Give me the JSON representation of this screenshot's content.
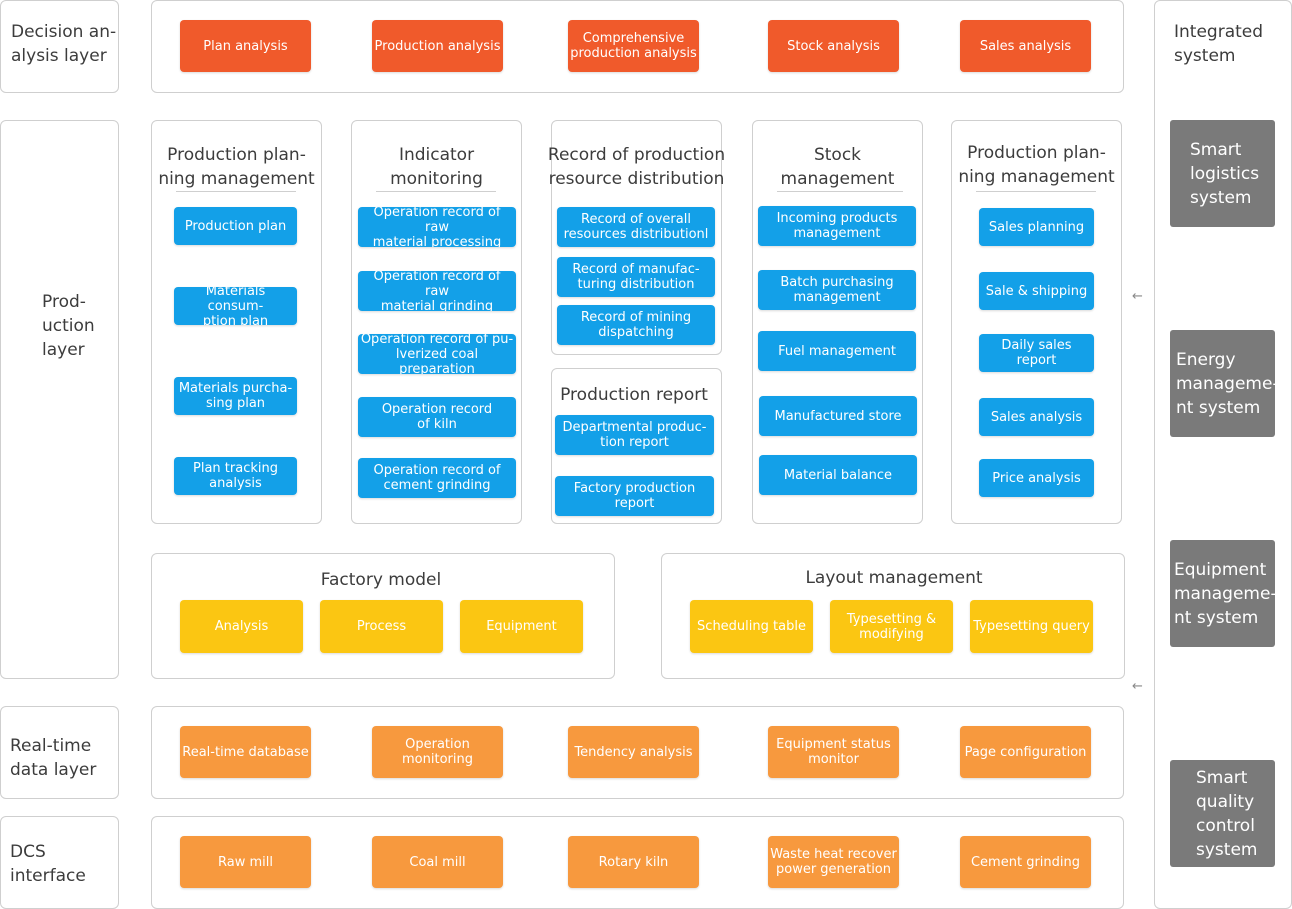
{
  "layers": {
    "decision": "Decision an-\nalysis  layer",
    "production": "Prod-\nuction\nlayer",
    "realtime": "Real-time\ndata layer",
    "dcs": "DCS\ninterface",
    "integrated": "Integrated\nsystem"
  },
  "decision_items": [
    "Plan analysis",
    "Production analysis",
    "Comprehensive\nproduction analysis",
    "Stock analysis",
    "Sales analysis"
  ],
  "modules": {
    "planning": {
      "title": "Production plan-\nning management",
      "items": [
        "Production plan",
        "Materials consum-\nption plan",
        "Materials purcha-\nsing plan",
        "Plan tracking\nanalysis"
      ]
    },
    "indicator": {
      "title": "Indicator\nmonitoring",
      "items": [
        "Operation record of raw\nmaterial processing",
        "Operation record of raw\nmaterial grinding",
        "Operation record of pu-\nlverized coal preparation",
        "Operation record\nof kiln",
        "Operation record of\ncement grinding"
      ]
    },
    "resource": {
      "title": "Record of production\nresource distribution",
      "items": [
        "Record of overall\nresources distributionl",
        "Record of manufac-\nturing distribution",
        "Record of mining\ndispatching"
      ]
    },
    "report": {
      "title": "Production report",
      "items": [
        "Departmental produc-\ntion report",
        "Factory production\nreport"
      ]
    },
    "stock": {
      "title": "Stock\nmanagement",
      "items": [
        "Incoming products\nmanagement",
        "Batch purchasing\nmanagement",
        "Fuel management",
        "Manufactured store",
        "Material balance"
      ]
    },
    "sales": {
      "title": "Production plan-\nning management",
      "items": [
        "Sales planning",
        "Sale & shipping",
        "Daily sales report",
        "Sales analysis",
        "Price analysis"
      ]
    },
    "factory": {
      "title": "Factory model",
      "items": [
        "Analysis",
        "Process",
        "Equipment"
      ]
    },
    "layout": {
      "title": "Layout management",
      "items": [
        "Scheduling table",
        "Typesetting &\nmodifying",
        "Typesetting query"
      ]
    }
  },
  "realtime_items": [
    "Real-time database",
    "Operation monitoring",
    "Tendency analysis",
    "Equipment status\nmonitor",
    "Page configuration"
  ],
  "dcs_items": [
    "Raw mill",
    "Coal mill",
    "Rotary kiln",
    "Waste heat recover\npower generation",
    "Cement grinding"
  ],
  "integrated_systems": [
    "Smart\nlogistics\nsystem",
    "Energy\nmanageme-\nnt system",
    "Equipment\nmanageme-\nnt system",
    "Smart\nquality\ncontrol\nsystem"
  ],
  "arrow": "←",
  "colors": {
    "decision": "#f05a2b",
    "production": "#13a0e8",
    "model": "#fbc612",
    "data": "#f7993e",
    "integrated": "#7a7a7a"
  },
  "icons": [
    "left-arrow-icon"
  ]
}
